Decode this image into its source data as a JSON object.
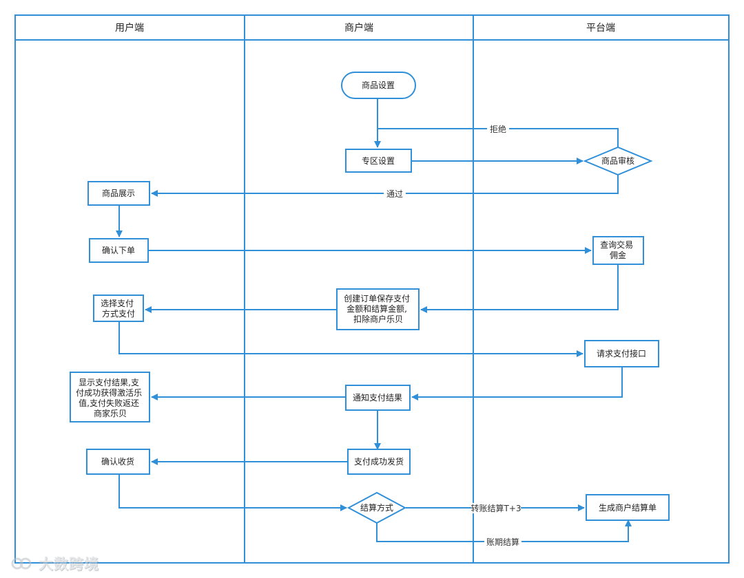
{
  "lanes": [
    {
      "title": "用户端"
    },
    {
      "title": "商户端"
    },
    {
      "title": "平台端"
    }
  ],
  "nodes": {
    "n1": {
      "label": "商品设置",
      "shape": "terminator"
    },
    "n2": {
      "label": "专区设置",
      "shape": "process"
    },
    "n3": {
      "label": "商品审核",
      "shape": "decision"
    },
    "n4": {
      "label": "商品展示",
      "shape": "process"
    },
    "n5": {
      "label": "确认下单",
      "shape": "process"
    },
    "n6": {
      "label": [
        "查询交易",
        "佣金"
      ],
      "shape": "process"
    },
    "n7": {
      "label": [
        "创建订单保存支付",
        "金额和结算金额,",
        "扣除商户乐贝"
      ],
      "shape": "process"
    },
    "n8": {
      "label": [
        "选择支付",
        "方式支付"
      ],
      "shape": "process"
    },
    "n9": {
      "label": "请求支付接口",
      "shape": "process"
    },
    "n10": {
      "label": "通知支付结果",
      "shape": "process"
    },
    "n11": {
      "label": [
        "显示支付结果,支",
        "付成功获得激活乐",
        "值,支付失败返还",
        "商家乐贝"
      ],
      "shape": "process"
    },
    "n12": {
      "label": "支付成功发货",
      "shape": "process"
    },
    "n13": {
      "label": "确认收货",
      "shape": "process"
    },
    "n14": {
      "label": "结算方式",
      "shape": "decision"
    },
    "n15": {
      "label": "生成商户结算单",
      "shape": "process"
    }
  },
  "edge_labels": {
    "reject": "拒绝",
    "pass": "通过",
    "transfer": "转账结算T+3",
    "period": "账期结算"
  },
  "watermark": {
    "text": "大数跨境"
  },
  "colors": {
    "stroke": "#2f8fd8",
    "text": "#222222"
  }
}
